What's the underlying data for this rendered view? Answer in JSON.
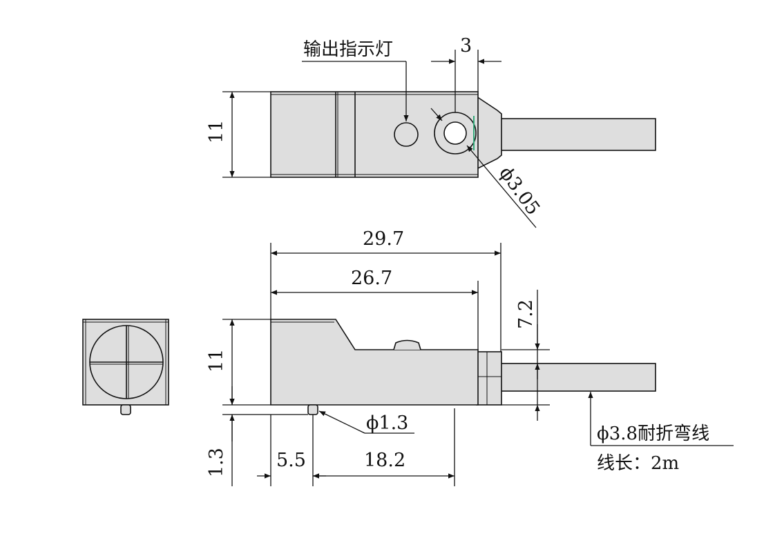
{
  "colors": {
    "body_fill": "#dedede",
    "stroke": "#111111",
    "background": "#ffffff",
    "lens_ring": "#34a97a"
  },
  "labels": {
    "indicator": "输出指示灯",
    "cable_spec": "ϕ3.8耐折弯线",
    "cable_length": "线长：2m",
    "pin_diameter": "ϕ1.3",
    "hole_diameter": "ϕ3.05"
  },
  "dimensions": {
    "top_hole_offset": "3",
    "top_height": "11",
    "total_length": "29.7",
    "body_length": "26.7",
    "cable_height": "7.2",
    "side_height": "11",
    "pin_length": "1.3",
    "pin_offset": "5.5",
    "span": "18.2"
  }
}
